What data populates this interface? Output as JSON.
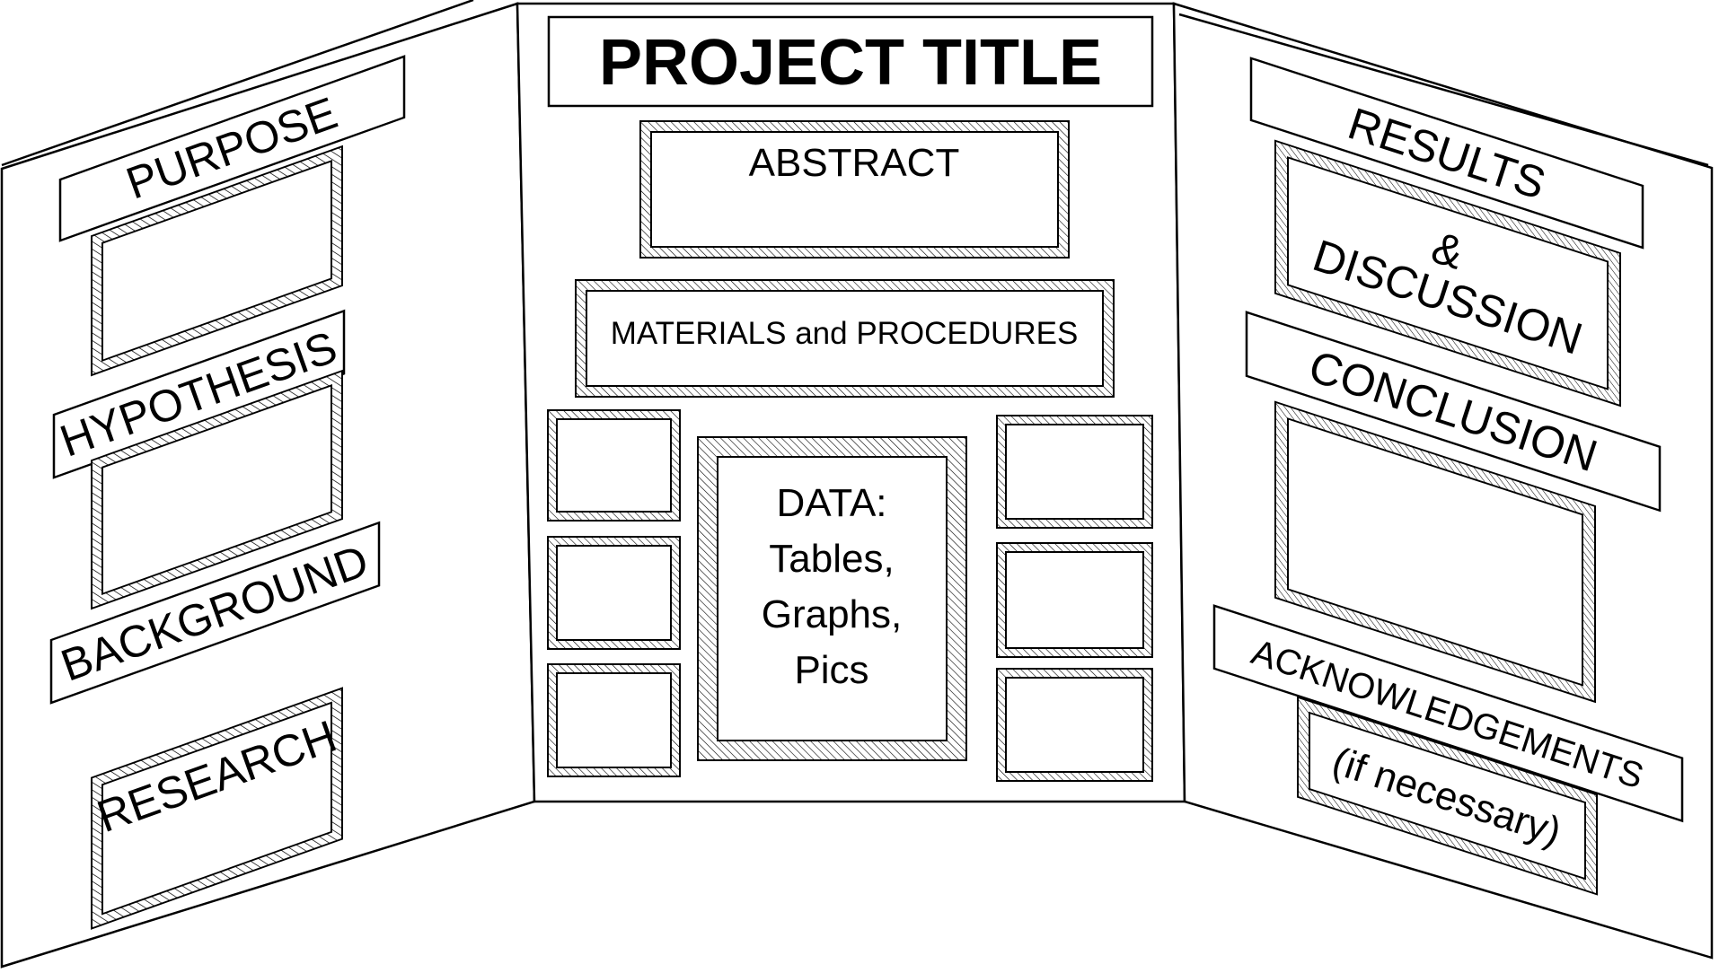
{
  "diagram": {
    "kind": "trifold-science-fair-poster-layout",
    "ink_color": "#000000",
    "paper_color": "#ffffff"
  },
  "left_panel": {
    "purpose_label": "PURPOSE",
    "hypothesis_label": "HYPOTHESIS",
    "background_label": "BACKGROUND",
    "research_label": "RESEARCH"
  },
  "center_panel": {
    "project_title": "PROJECT TITLE",
    "abstract_label": "ABSTRACT",
    "materials_label": "MATERIALS  and PROCEDURES",
    "data_lines": [
      "DATA:",
      "Tables,",
      "Graphs,",
      "Pics"
    ]
  },
  "right_panel": {
    "results_label": "RESULTS",
    "discussion_lines": [
      "&",
      "DISCUSSION"
    ],
    "conclusion_label": "CONCLUSION",
    "acknowledgements_label": "ACKNOWLEDGEMENTS",
    "if_necessary_label": "(if necessary)"
  }
}
